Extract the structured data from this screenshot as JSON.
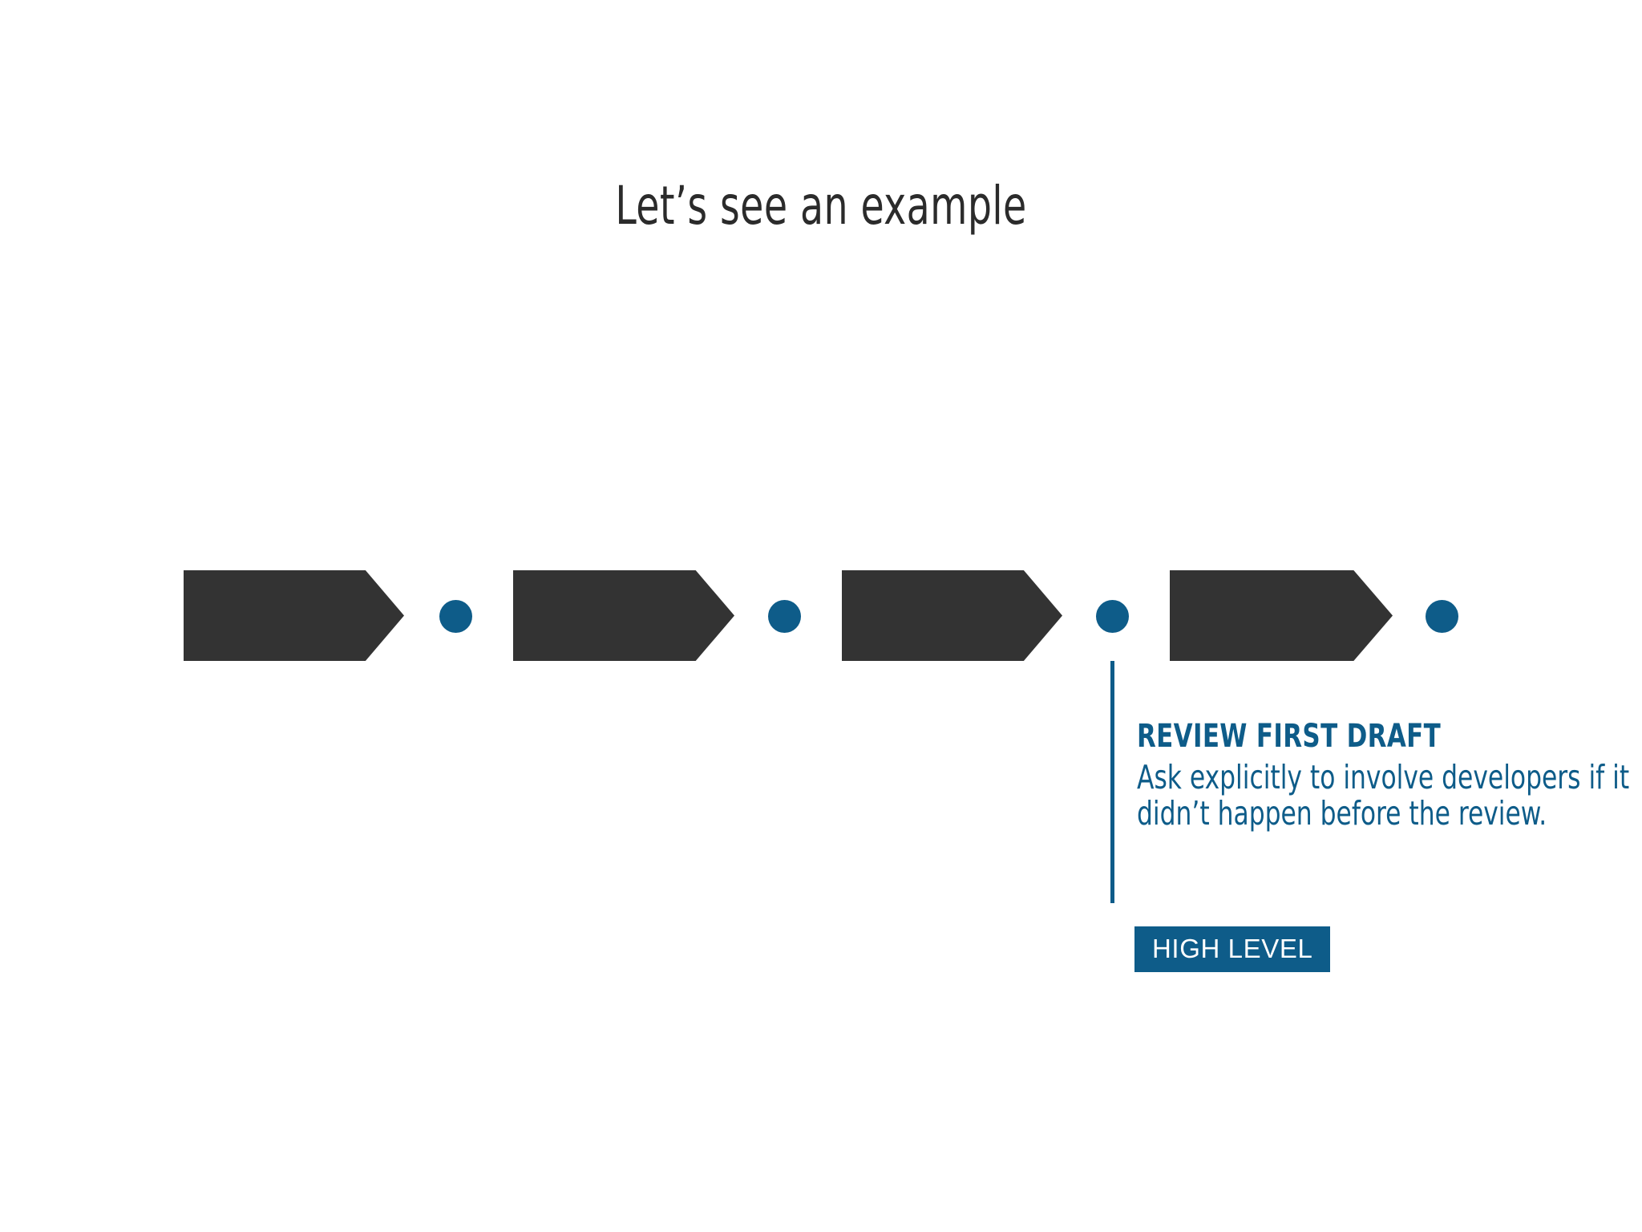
{
  "slide": {
    "title": "Let’s see an example",
    "background_color": "#ffffff"
  },
  "colors": {
    "chevron_dark": "#333333",
    "accent_blue": "#0e5c89",
    "title_text": "#2b2b2b",
    "badge_text": "#ffffff"
  },
  "process": {
    "steps": [
      {
        "index": 1,
        "label": "",
        "shape": "chevron"
      },
      {
        "index": 2,
        "label": "",
        "shape": "chevron"
      },
      {
        "index": 3,
        "label": "",
        "shape": "chevron"
      },
      {
        "index": 4,
        "label": "",
        "shape": "chevron"
      }
    ],
    "milestones": [
      {
        "index": 1,
        "shape": "dot",
        "has_callout": false
      },
      {
        "index": 2,
        "shape": "dot",
        "has_callout": false
      },
      {
        "index": 3,
        "shape": "dot",
        "has_callout": true
      },
      {
        "index": 4,
        "shape": "dot",
        "has_callout": false
      }
    ]
  },
  "callout": {
    "heading": "REVIEW FIRST DRAFT",
    "body": "Ask explicitly to involve developers if it didn’t happen before the review.",
    "badge": "HIGH LEVEL"
  }
}
